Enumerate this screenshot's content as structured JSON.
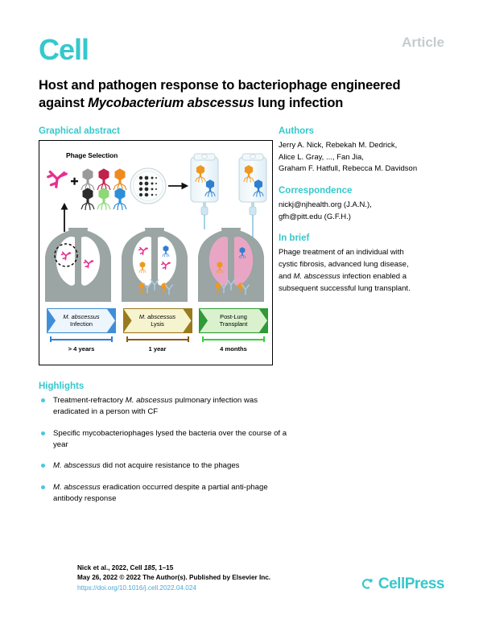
{
  "header": {
    "journal_logo": "Cell",
    "article_label": "Article"
  },
  "title": {
    "part1": "Host and pathogen response to bacteriophage engineered against ",
    "italic": "Mycobacterium abscessus",
    "part2": " lung infection",
    "full": "Host and pathogen response to bacteriophage engineered against Mycobacterium abscessus lung infection"
  },
  "graphical_abstract": {
    "heading": "Graphical abstract",
    "phage_selection_title": "Phage Selection",
    "phage_colors": [
      "#9a9a9a",
      "#c0224a",
      "#f08a1e",
      "#2b2b2b",
      "#8ed878",
      "#2d8fd8"
    ],
    "bacteria_color": "#e6308f",
    "iv_phage_colors": [
      "#f0971f",
      "#2f7fd0"
    ],
    "torso_color": "#9aa5a4",
    "lung_healthy_color": "#ffffff",
    "lung_transplant_color": "#e8a6c4",
    "stages": [
      {
        "line1": "M. abscessus",
        "line2": "Infection",
        "duration": "> 4 years",
        "fill": "#eef6fd",
        "stroke": "#3f8fd8",
        "bar": "#2e7fd4"
      },
      {
        "line1": "M. abscessus",
        "line2": "Lysis",
        "duration": "1 year",
        "fill": "#f6f3cf",
        "stroke": "#9a7a1e",
        "bar": "#8a5a14"
      },
      {
        "line1": "Post-Lung",
        "line2": "Transplant",
        "duration": "4 months",
        "fill": "#d9f2cd",
        "stroke": "#2f9a36",
        "bar": "#34d136"
      }
    ]
  },
  "authors": {
    "heading": "Authors",
    "lines": [
      "Jerry A. Nick, Rebekah M. Dedrick,",
      "Alice L. Gray, ..., Fan Jia,",
      "Graham F. Hatfull, Rebecca M. Davidson"
    ]
  },
  "correspondence": {
    "heading": "Correspondence",
    "lines": [
      "nickj@njhealth.org (J.A.N.),",
      "gfh@pitt.edu (G.F.H.)"
    ]
  },
  "in_brief": {
    "heading": "In brief",
    "line1": "Phage treatment of an individual with",
    "line2": "cystic fibrosis, advanced lung disease,",
    "line3_pre": "and ",
    "line3_italic": "M. abscessus",
    "line3_post": " infection enabled a",
    "line4": "subsequent successful lung transplant."
  },
  "highlights": {
    "heading": "Highlights",
    "items": [
      {
        "pre": "Treatment-refractory ",
        "italic": "M. abscessus",
        "post": " pulmonary infection was eradicated in a person with CF"
      },
      {
        "pre": "Specific mycobacteriophages lysed the bacteria over the course of a year",
        "italic": "",
        "post": ""
      },
      {
        "pre": "",
        "italic": "M. abscessus",
        "post": " did not acquire resistance to the phages"
      },
      {
        "pre": "",
        "italic": "M. abscessus",
        "post": " eradication occurred despite a partial anti-phage antibody response"
      }
    ]
  },
  "footer": {
    "citation_pre": "Nick et al., 2022, Cell ",
    "citation_volume": "185",
    "citation_post": ", 1–15",
    "copyright": "May 26, 2022 © 2022 The Author(s). Published by Elsevier Inc.",
    "doi": "https://doi.org/10.1016/j.cell.2022.04.024",
    "publisher": "CellPress"
  },
  "colors": {
    "accent": "#35c8cd",
    "bullet": "#49c8e0",
    "link": "#4aa8d8",
    "article_gray": "#c3cdcd"
  }
}
